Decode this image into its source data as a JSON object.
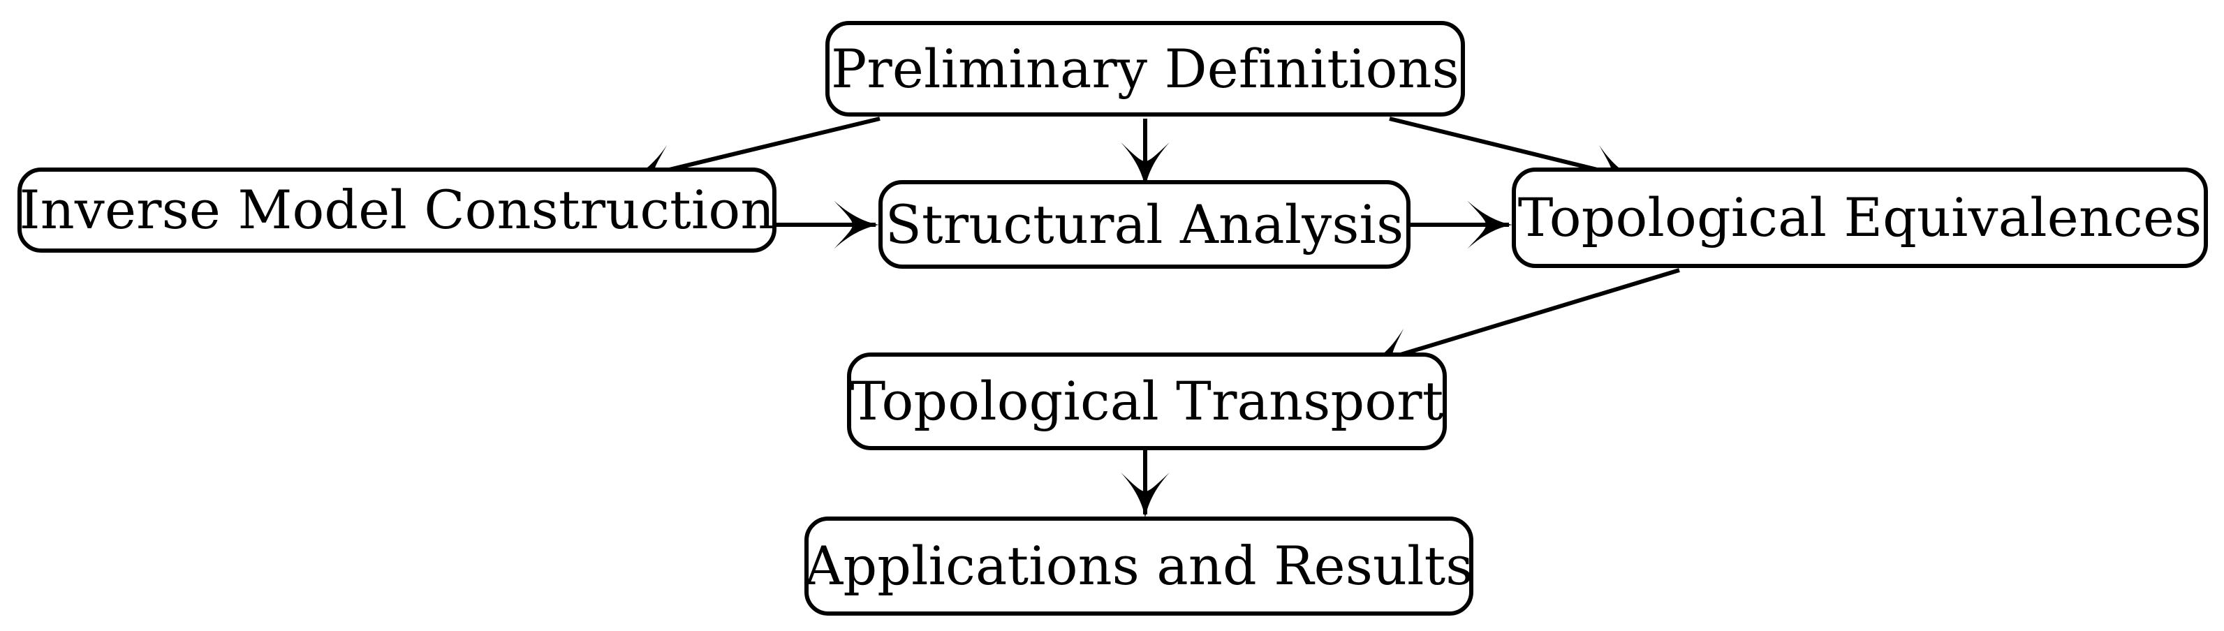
{
  "diagram": {
    "title": "Paper structure flowchart",
    "background_color": "#ffffff",
    "line_color": "#000000",
    "nodes": [
      {
        "id": "prelim",
        "label": "Preliminary Definitions"
      },
      {
        "id": "inverse",
        "label": "Inverse Model Construction"
      },
      {
        "id": "struct",
        "label": "Structural Analysis"
      },
      {
        "id": "topoeq",
        "label": "Topological Equivalences"
      },
      {
        "id": "transport",
        "label": "Topological Transport"
      },
      {
        "id": "apps",
        "label": "Applications and Results"
      }
    ],
    "edges": [
      {
        "from": "prelim",
        "to": "inverse",
        "style": "diagonal-left"
      },
      {
        "from": "prelim",
        "to": "struct",
        "style": "vertical"
      },
      {
        "from": "prelim",
        "to": "topoeq",
        "style": "diagonal-right"
      },
      {
        "from": "inverse",
        "to": "struct",
        "style": "horizontal"
      },
      {
        "from": "struct",
        "to": "topoeq",
        "style": "horizontal"
      },
      {
        "from": "topoeq",
        "to": "transport",
        "style": "diagonal-left"
      },
      {
        "from": "transport",
        "to": "apps",
        "style": "vertical"
      }
    ]
  }
}
